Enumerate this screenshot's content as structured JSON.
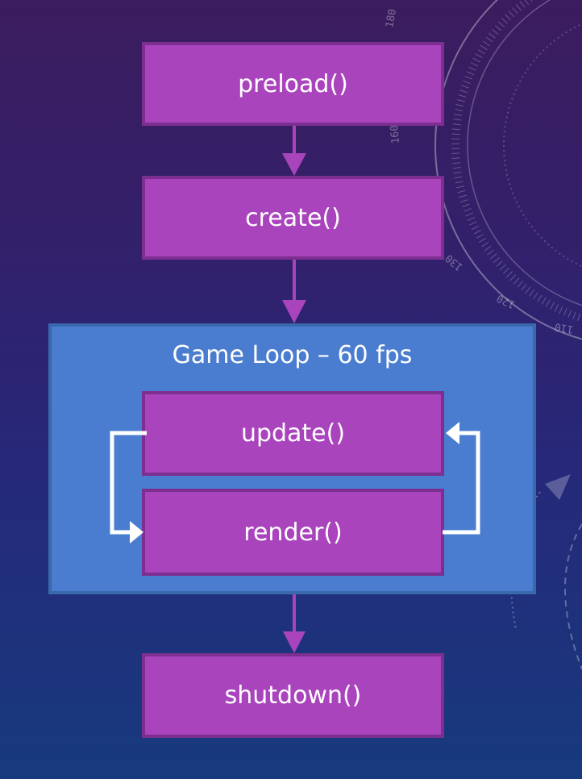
{
  "diagram": {
    "title": "Phaser game lifecycle",
    "nodes": {
      "preload": "preload()",
      "create": "create()",
      "update": "update()",
      "render": "render()",
      "shutdown": "shutdown()"
    },
    "loop_group": {
      "label": "Game Loop – 60 fps"
    },
    "edges": [
      {
        "from": "preload()",
        "to": "create()"
      },
      {
        "from": "create()",
        "to": "Game Loop"
      },
      {
        "from": "update()",
        "to": "render()"
      },
      {
        "from": "render()",
        "to": "update()"
      },
      {
        "from": "Game Loop",
        "to": "shutdown()"
      }
    ],
    "background_dial_labels": [
      "180",
      "160",
      "130",
      "120",
      "110"
    ]
  },
  "colors": {
    "node_fill": "#a944bc",
    "node_border": "#7c2f91",
    "loop_fill": "#4a7dcf",
    "loop_border": "#3a68ad",
    "arrow_purple": "#a944bc",
    "loop_arrow": "#ffffff"
  }
}
